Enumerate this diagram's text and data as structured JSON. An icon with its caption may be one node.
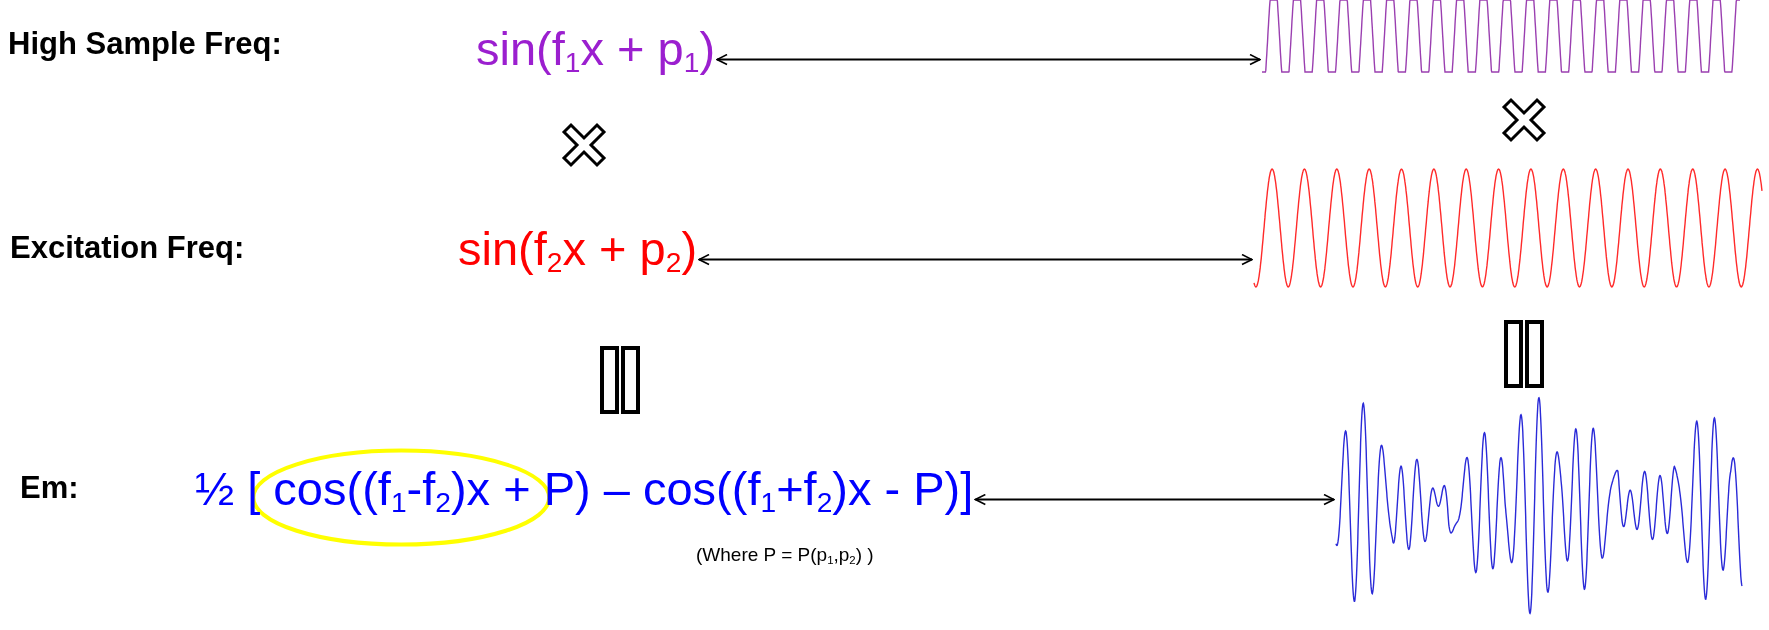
{
  "diagram": {
    "nodes": [
      {
        "text": [
          "sin(f$_{1}$x + p$_{1}$)"
        ]
      },
      {
        "text": [],
        "shape": "picture"
      },
      {
        "text": [
          "sin(f$_{2}$x + p$_{2}$)"
        ]
      },
      {
        "text": [],
        "shape": "picture"
      },
      {
        "text": [
          "½ [ cos((f$_{1}$-f$_{2}$)x + P) – cos((f$_{1}$+f$_{2}$)x - P)]"
        ]
      },
      {
        "text": [],
        "shape": "picture"
      }
    ],
    "edges": [
      {
        "from": 0,
        "to": 1,
        "arrow": "both"
      },
      {
        "from": 2,
        "to": 3,
        "arrow": "both"
      },
      {
        "from": 4,
        "to": 5,
        "arrow": "both"
      }
    ],
    "labels": [
      "High Sample Freq:",
      "Excitation Freq:",
      "Em:",
      "(Where P = P(p$_{1}$,p$_{2}$) )"
    ]
  }
}
